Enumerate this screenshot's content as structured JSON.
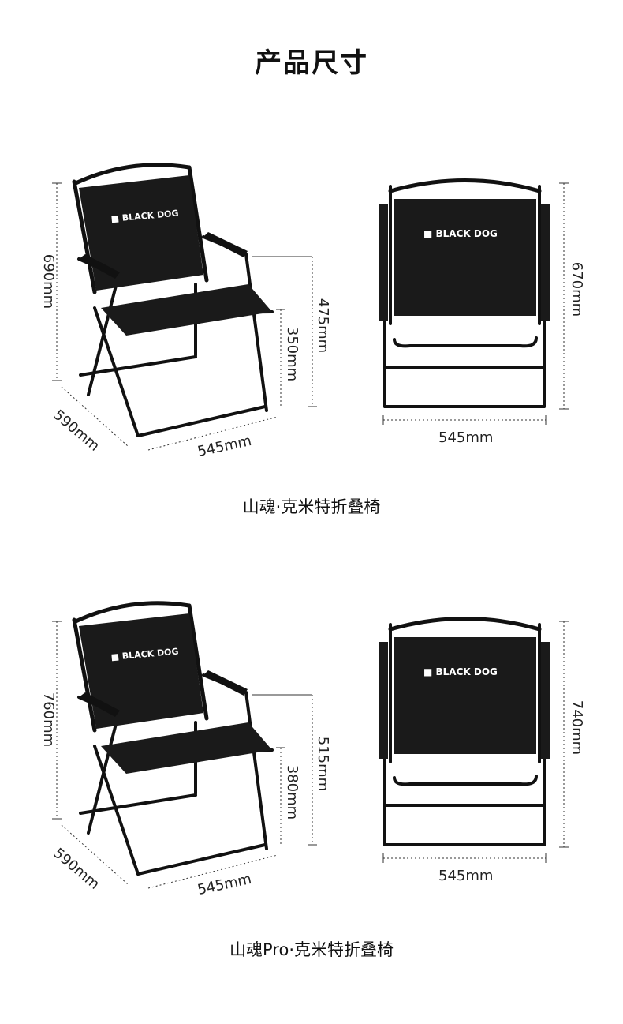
{
  "page": {
    "title": "产品尺寸"
  },
  "products": [
    {
      "caption": "山魂·克米特折叠椅",
      "brand": "BLACK DOG",
      "side_view": {
        "height": "690mm",
        "depth": "590mm",
        "width": "545mm",
        "armrest_height": "475mm",
        "seat_height": "350mm"
      },
      "front_view": {
        "height": "670mm",
        "width": "545mm"
      }
    },
    {
      "caption": "山魂Pro·克米特折叠椅",
      "brand": "BLACK DOG",
      "side_view": {
        "height": "760mm",
        "depth": "590mm",
        "width": "545mm",
        "armrest_height": "515mm",
        "seat_height": "380mm"
      },
      "front_view": {
        "height": "740mm",
        "width": "545mm"
      }
    }
  ]
}
